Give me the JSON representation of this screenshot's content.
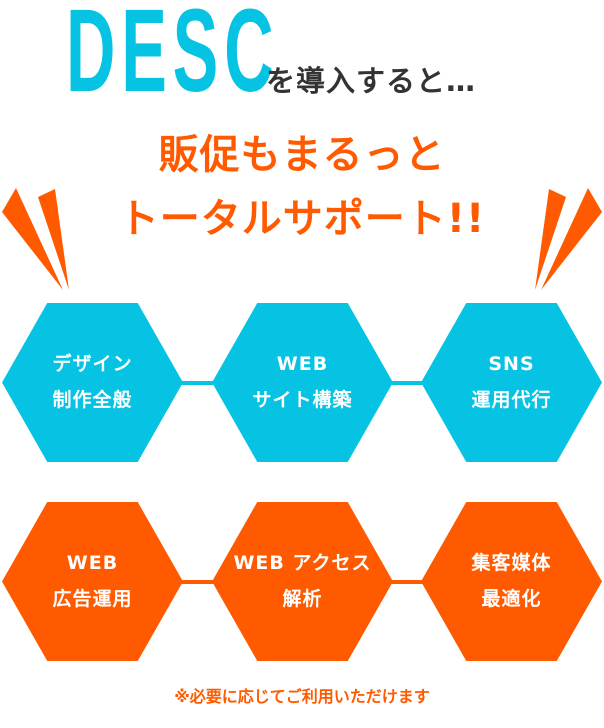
{
  "header": {
    "brand": "DESC",
    "intro": "を導入すると…"
  },
  "headline": {
    "line1": "販促もまるっと",
    "line2": "トータルサポート!!"
  },
  "services_row1": [
    {
      "line1": "デザイン",
      "line2": "制作全般"
    },
    {
      "line1": "WEB",
      "line2": "サイト構築"
    },
    {
      "line1": "SNS",
      "line2": "運用代行"
    }
  ],
  "services_row2": [
    {
      "line1": "WEB",
      "line2": "広告運用"
    },
    {
      "line1": "WEB アクセス",
      "line2": "解析"
    },
    {
      "line1": "集客媒体",
      "line2": "最適化"
    }
  ],
  "note": "※必要に応じてご利用いただけます",
  "colors": {
    "cyan": "#07c3e3",
    "orange": "#ff5a00",
    "text": "#333333"
  }
}
